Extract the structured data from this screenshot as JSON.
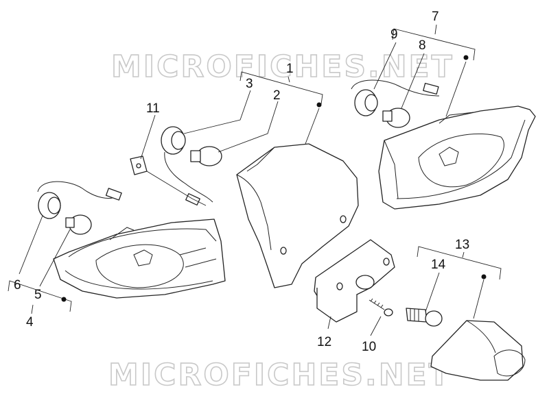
{
  "watermark": {
    "text": "MICROFICHES.NET",
    "color": "#c8c8c8"
  },
  "callouts": {
    "c1": "1",
    "c2": "2",
    "c3": "3",
    "c4": "4",
    "c5": "5",
    "c6": "6",
    "c7": "7",
    "c8": "8",
    "c9": "9",
    "c10": "10",
    "c11": "11",
    "c12": "12",
    "c13": "13",
    "c14": "14"
  },
  "parts": [
    "rear-light-housing",
    "bulb",
    "bulb-socket",
    "left-turn-signal-assembly",
    "turn-signal-bulb",
    "turn-signal-socket",
    "right-turn-signal-assembly",
    "bulb",
    "bulb-socket",
    "screw",
    "clip",
    "license-plate-light",
    "plate-light-lens",
    "plate-light-bulb"
  ]
}
